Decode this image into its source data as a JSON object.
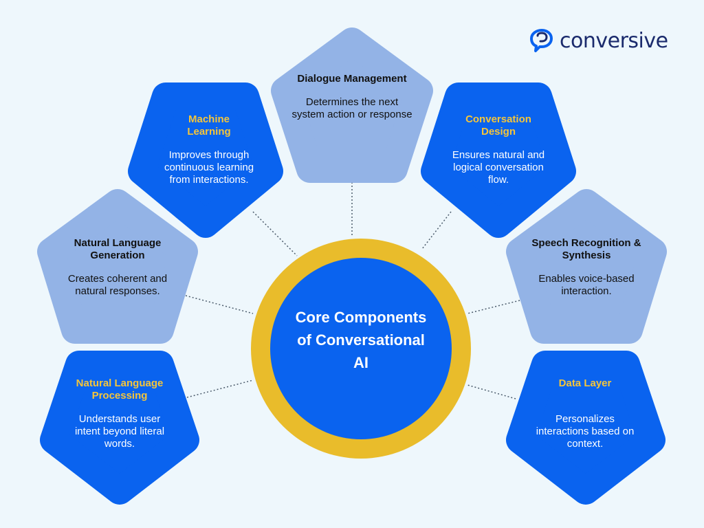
{
  "logo": {
    "text": "conversive",
    "icon": "chat-bubbles-icon",
    "color": "#1a2a6c"
  },
  "colors": {
    "dark": "#0a63ef",
    "light": "#93b3e6",
    "ring": "#e9bc2b",
    "title_dark": "#f5c53a"
  },
  "center": {
    "title": "Core Components of Conversational AI"
  },
  "components": [
    {
      "key": "dialogue-management",
      "title": "Dialogue Management",
      "description": "Determines the next system action or response",
      "style": "light"
    },
    {
      "key": "machine-learning",
      "title": "Machine Learning",
      "description": "Improves through continuous learning from interactions.",
      "style": "dark"
    },
    {
      "key": "conversation-design",
      "title": "Conversation Design",
      "description": "Ensures natural and logical conversation flow.",
      "style": "dark"
    },
    {
      "key": "natural-language-generation",
      "title": "Natural Language Generation",
      "description": "Creates coherent and natural responses.",
      "style": "light"
    },
    {
      "key": "speech-recognition-synthesis",
      "title": "Speech Recognition & Synthesis",
      "description": "Enables voice-based interaction.",
      "style": "light"
    },
    {
      "key": "natural-language-processing",
      "title": "Natural Language Processing",
      "description": "Understands user intent beyond literal words.",
      "style": "dark"
    },
    {
      "key": "data-layer",
      "title": "Data Layer",
      "description": "Personalizes interactions based on context.",
      "style": "dark"
    }
  ]
}
